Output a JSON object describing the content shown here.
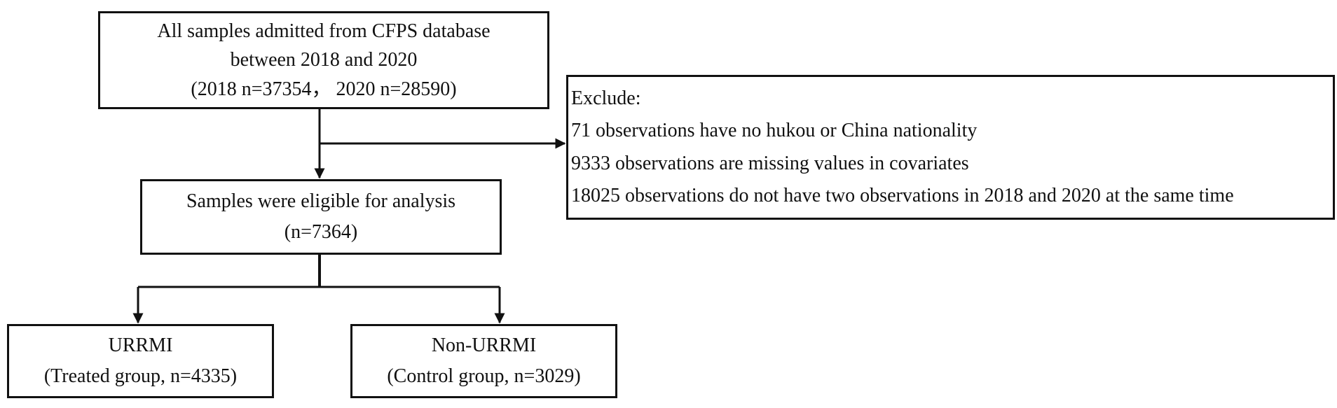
{
  "boxes": {
    "all_samples": {
      "line1": "All samples admitted from CFPS database",
      "line2": "between 2018 and 2020",
      "line3": "(2018 n=37354， 2020 n=28590)"
    },
    "exclude": {
      "title": "Exclude:",
      "items": [
        "71 observations have no hukou or China nationality",
        "9333 observations are missing values in covariates",
        "18025 observations do not have two observations in 2018 and 2020 at the same time"
      ]
    },
    "eligible": {
      "line1": "Samples were eligible for analysis",
      "line2": "(n=7364)"
    },
    "urrmi": {
      "line1": "URRMI",
      "line2": "(Treated group, n=4335)"
    },
    "non_urrmi": {
      "line1": "Non-URRMI",
      "line2": "(Control group, n=3029)"
    }
  }
}
